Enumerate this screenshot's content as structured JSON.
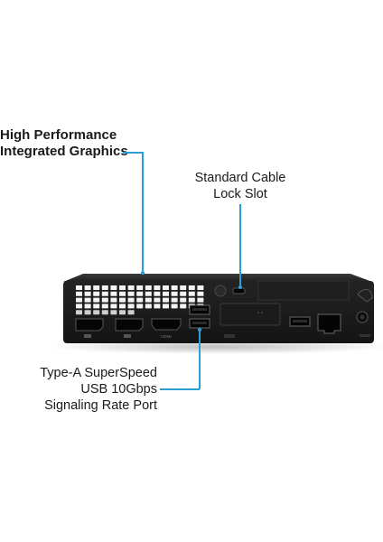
{
  "callouts": {
    "graphics": {
      "lines": [
        "High Performance",
        "Integrated Graphics"
      ]
    },
    "lock_slot": {
      "lines": [
        "Standard Cable",
        "Lock Slot"
      ]
    },
    "usb": {
      "lines": [
        "Type-A SuperSpeed",
        "USB 10Gbps",
        "Signaling Rate Port"
      ]
    }
  },
  "ports": {
    "hdmi_label": "HDMI"
  },
  "colors": {
    "leader": "#2a9fd6",
    "chassis": "#1b1b1b",
    "panel": "#151515"
  },
  "icons": [
    "displayport-icon",
    "hdmi-port-icon",
    "usb-a-port-icon",
    "ethernet-port-icon",
    "power-button-icon",
    "lock-slot-icon",
    "vent-grille-icon"
  ]
}
